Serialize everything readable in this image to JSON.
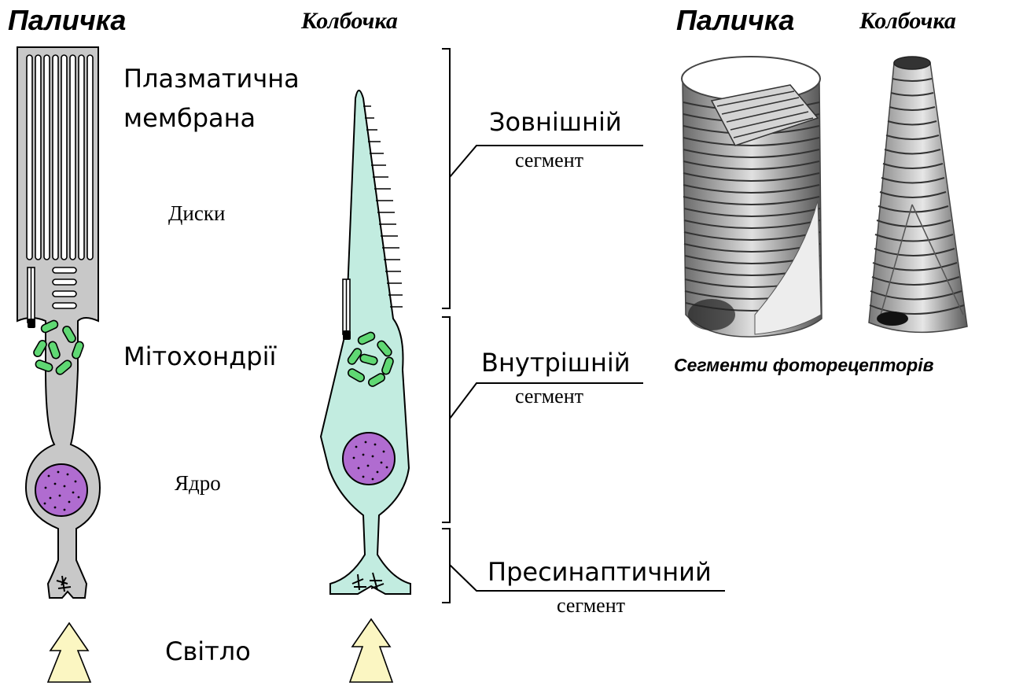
{
  "titles": {
    "rod_left": "Паличка",
    "cone_left": "Колбочка",
    "rod_right": "Паличка",
    "cone_right": "Колбочка"
  },
  "labels": {
    "membrane_line1": "Плазматична",
    "membrane_line2": "мембрана",
    "disks": "Диски",
    "mitochondria": "Мітохондрії",
    "nucleus": "Ядро",
    "light": "Світло"
  },
  "segments": {
    "outer": "Зовнішній",
    "inner": "Внутрішній",
    "presynaptic": "Пресинаптичний",
    "segment_word": "сегмент"
  },
  "caption": "Сегменти фоторецепторів",
  "colors": {
    "rod_fill": "#c8c8c8",
    "cone_fill": "#c2ece0",
    "mito_fill": "#5fd873",
    "nucleus_fill": "#b06cd0",
    "arrow_fill": "#fbf6c2"
  }
}
